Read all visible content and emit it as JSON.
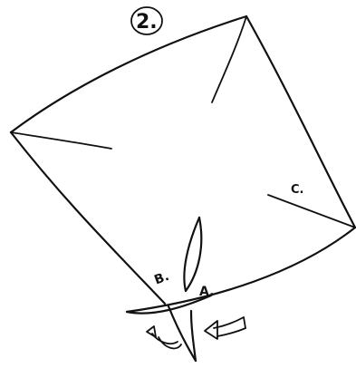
{
  "diagram": {
    "step_number": "2.",
    "labels": {
      "a": "A.",
      "b": "B.",
      "c": "C."
    },
    "ink_color": "#111111",
    "paper_color": "#ffffff",
    "icons": [
      "step-number-circle",
      "fold-arrow-left",
      "fold-arrow-right"
    ]
  }
}
